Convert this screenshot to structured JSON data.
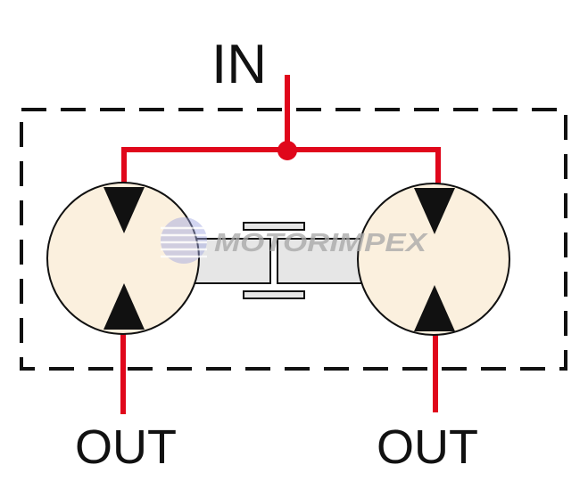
{
  "diagram": {
    "type": "hydraulic-flow-divider-schematic",
    "labels": {
      "input": "IN",
      "output_left": "OUT",
      "output_right": "OUT"
    },
    "watermark": "MOTORIMPEX",
    "colors": {
      "line": "#e0071b",
      "outline": "#111111",
      "motor_fill": "#fbf0de",
      "shaft_fill": "#e6e6e6",
      "watermark_text": "#a8a8a8",
      "watermark_globe": "#9ea6e0"
    },
    "components": {
      "left_motor": "hydraulic motor (bidirectional)",
      "right_motor": "hydraulic motor (bidirectional)",
      "coupling": "shaft coupling",
      "enclosure": "dashed boundary"
    }
  }
}
